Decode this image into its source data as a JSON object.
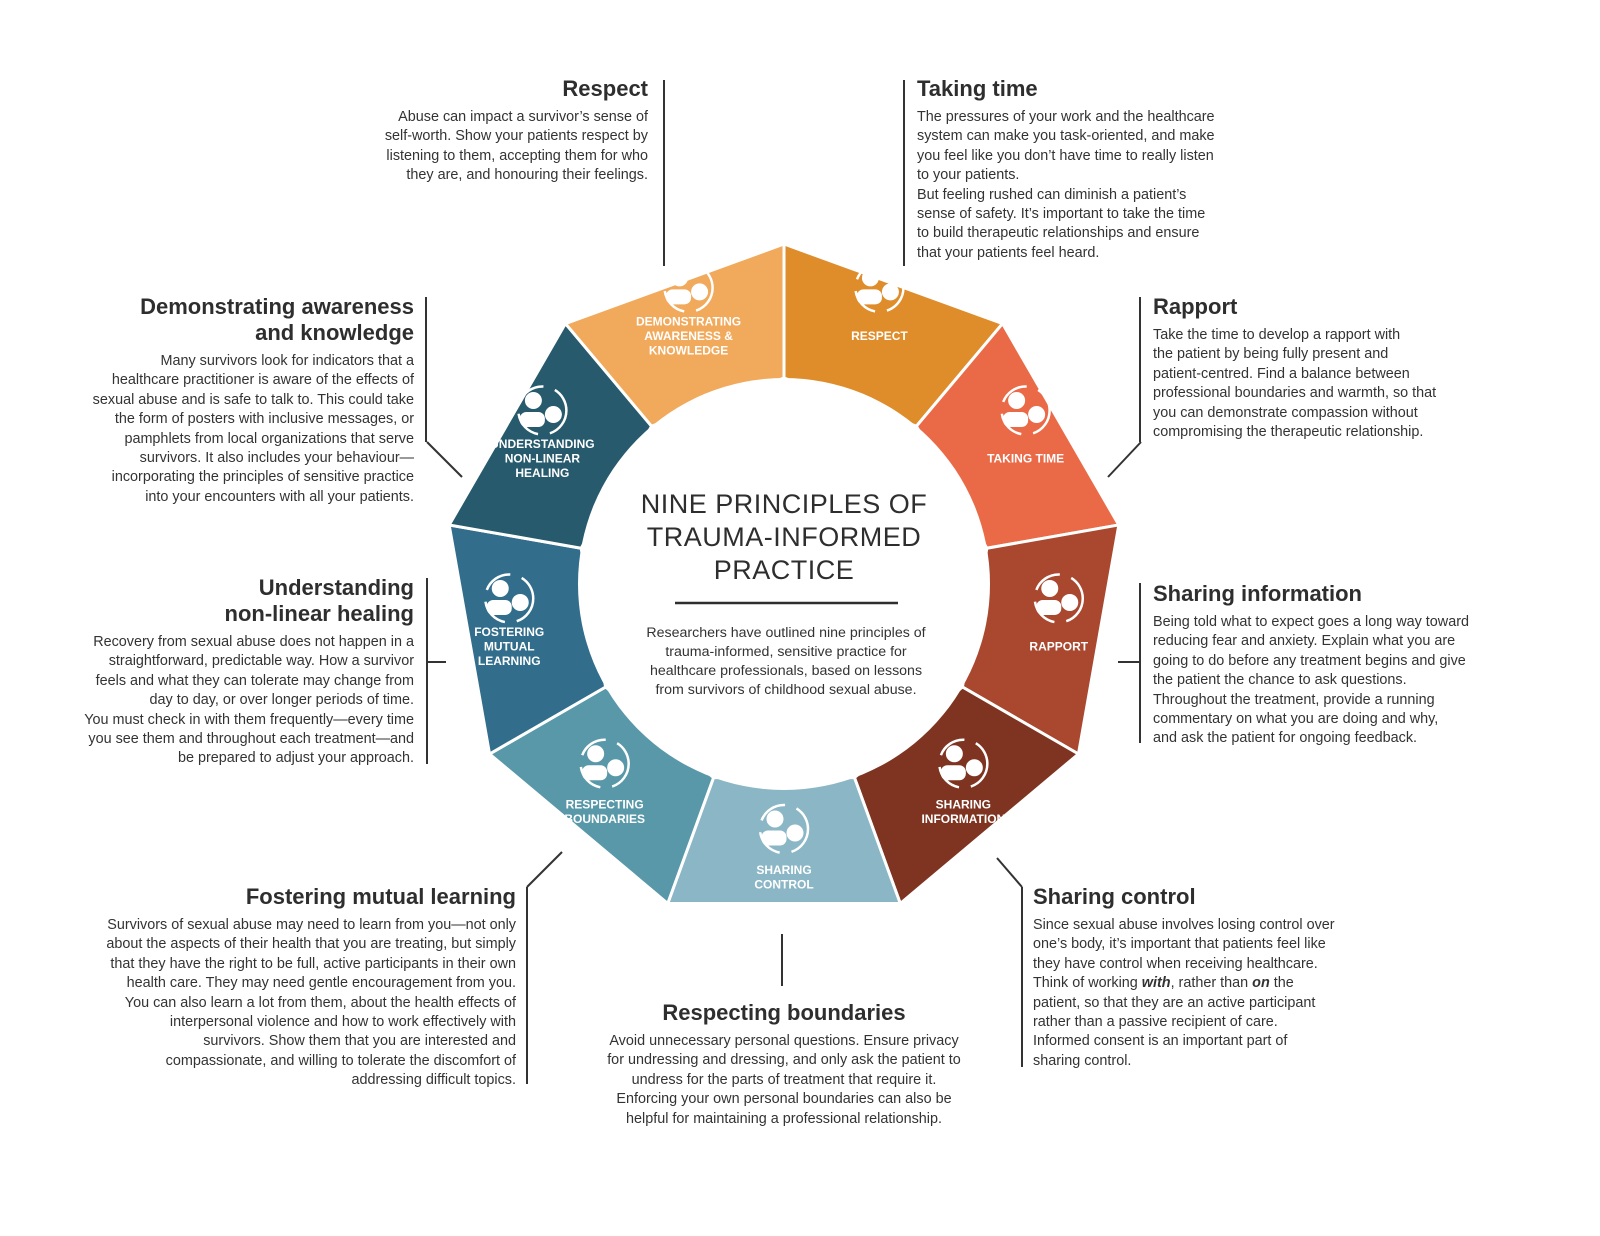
{
  "center": {
    "title_lines": [
      "NINE PRINCIPLES OF",
      "TRAUMA-INFORMED",
      "PRACTICE"
    ],
    "description_lines": [
      "Researchers have outlined nine principles of",
      "trauma-informed, sensitive practice for",
      "healthcare professionals, based on lessons",
      "from survivors of childhood sexual abuse."
    ]
  },
  "segments": [
    {
      "id": "respect",
      "label_lines": [
        "RESPECT"
      ],
      "color": "#DF8C2B",
      "icon": "handshake-icon"
    },
    {
      "id": "taking-time",
      "label_lines": [
        "TAKING TIME"
      ],
      "color": "#EA6A47",
      "icon": "meeting-icon"
    },
    {
      "id": "rapport",
      "label_lines": [
        "RAPPORT"
      ],
      "color": "#A9482F",
      "icon": "people-cycle-icon"
    },
    {
      "id": "sharing-information",
      "label_lines": [
        "SHARING",
        "INFORMATION"
      ],
      "color": "#7E3421",
      "icon": "head-gear-icon"
    },
    {
      "id": "sharing-control",
      "label_lines": [
        "SHARING",
        "CONTROL"
      ],
      "color": "#8BB6C6",
      "icon": "control-dial-icon"
    },
    {
      "id": "respecting-boundaries",
      "label_lines": [
        "RESPECTING",
        "BOUNDARIES"
      ],
      "color": "#5898A8",
      "icon": "boundary-nodes-icon"
    },
    {
      "id": "fostering-mutual-learning",
      "label_lines": [
        "FOSTERING",
        "MUTUAL",
        "LEARNING"
      ],
      "color": "#326D8B",
      "icon": "learning-cycle-icon"
    },
    {
      "id": "understanding-non-linear-healing",
      "label_lines": [
        "UNDERSTANDING",
        "NON-LINEAR",
        "HEALING"
      ],
      "color": "#265A6C",
      "icon": "path-map-icon"
    },
    {
      "id": "demonstrating-awareness-knowledge",
      "label_lines": [
        "DEMONSTRATING",
        "AWARENESS &",
        "KNOWLEDGE"
      ],
      "color": "#F1A95B",
      "icon": "hands-person-icon"
    }
  ],
  "blocks": {
    "respect": {
      "title": "Respect",
      "lines": [
        "Abuse can impact a survivor’s sense of",
        "self-worth. Show your patients respect by",
        "listening to them, accepting them for who",
        "they are, and honouring their feelings."
      ]
    },
    "taking_time": {
      "title": "Taking time",
      "lines": [
        "The pressures of your work and the healthcare",
        "system can make you task-oriented, and make",
        "you feel like you don’t have time to really listen",
        "to your patients.",
        "But feeling rushed can diminish a patient’s",
        "sense of safety. It’s important to take the time",
        "to build therapeutic relationships and ensure",
        "that your patients feel heard."
      ]
    },
    "rapport": {
      "title": "Rapport",
      "lines": [
        "Take the time to develop a rapport with",
        "the patient by being fully present and",
        "patient-centred. Find a balance between",
        "professional boundaries and warmth, so that",
        "you can demonstrate compassion without",
        "compromising the therapeutic relationship."
      ]
    },
    "awareness": {
      "title_lines": [
        "Demonstrating awareness",
        "and knowledge"
      ],
      "lines": [
        "Many survivors look for indicators that a",
        "healthcare practitioner is aware of the effects of",
        "sexual abuse and is safe to talk to. This could take",
        "the form of posters with inclusive messages, or",
        "pamphlets from local organizations that serve",
        "survivors. It also includes your behaviour—",
        "incorporating the principles of sensitive practice",
        "into your encounters with all your patients."
      ]
    },
    "sharing_information": {
      "title": "Sharing information",
      "lines": [
        "Being told what to expect goes a long way toward",
        "reducing fear and anxiety. Explain what you are",
        "going to do before any treatment begins and give",
        "the patient the chance to ask questions.",
        "Throughout the treatment, provide a running",
        "commentary on what you are doing and why,",
        "and ask the patient for ongoing feedback."
      ]
    },
    "non_linear": {
      "title_lines": [
        "Understanding",
        "non-linear healing"
      ],
      "lines": [
        "Recovery from sexual abuse does not happen in a",
        "straightforward, predictable way. How a survivor",
        "feels and what they can tolerate may change from",
        "day to day, or over longer periods of time.",
        "You must check in with them frequently—every time",
        "you see them and throughout each treatment—and",
        "be prepared to adjust your approach."
      ]
    },
    "mutual_learning": {
      "title": "Fostering mutual learning",
      "lines": [
        "Survivors of sexual abuse may need to learn from you—not only",
        "about the aspects of their health that you are treating, but simply",
        "that they have the right to be full, active participants in their own",
        "health care. They may need gentle encouragement from you.",
        "You can also learn a lot from them, about the health effects of",
        "interpersonal violence and how to work effectively with",
        "survivors. Show them that you are interested and",
        "compassionate, and willing to tolerate the discomfort of",
        "addressing difficult topics."
      ]
    },
    "boundaries": {
      "title": "Respecting boundaries",
      "lines": [
        "Avoid unnecessary personal questions. Ensure privacy",
        "for undressing and dressing, and only ask the patient to",
        "undress for the parts of treatment that require it.",
        "Enforcing your own personal boundaries can also be",
        "helpful for maintaining a professional relationship."
      ]
    },
    "sharing_control": {
      "title": "Sharing control",
      "line1": "Since sexual abuse involves losing control over",
      "line2": "one’s body, it’s important that patients feel like",
      "line3": "they have control when receiving healthcare.",
      "line4_a": "Think of working ",
      "line4_em1": "with",
      "line4_b": ", rather than ",
      "line4_em2": "on",
      "line4_c": " the",
      "line5": "patient, so that they are an active participant",
      "line6": "rather than a passive recipient of care.",
      "line7": "Informed consent is an important part of",
      "line8": "sharing control."
    }
  }
}
